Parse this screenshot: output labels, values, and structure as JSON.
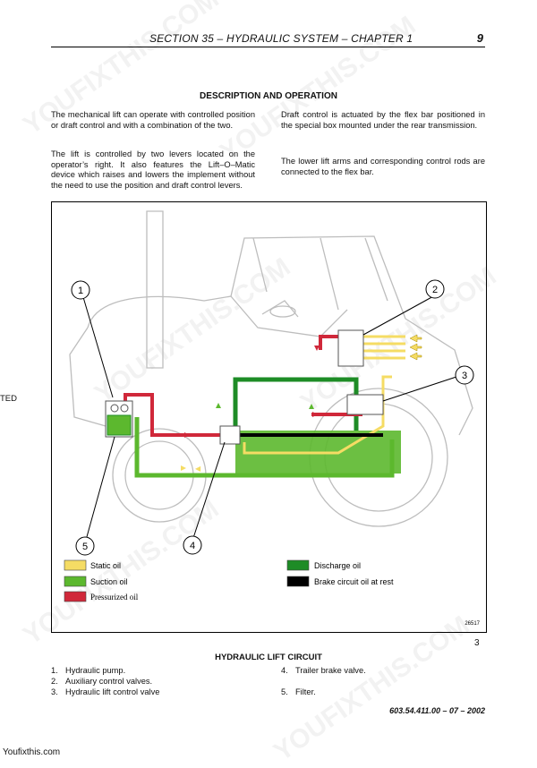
{
  "header": {
    "section": "SECTION 35 – HYDRAULIC SYSTEM – CHAPTER 1",
    "page_number": "9"
  },
  "title": "DESCRIPTION AND OPERATION",
  "paragraphs": {
    "left_1": "The mechanical lift can operate with controlled position or draft control and with a combination of the two.",
    "left_2": "The lift is controlled by two levers located on the operator’s right. It also features the Lift–O–Matic device which raises and lowers the implement without the need to use the position and draft control levers.",
    "right_1": "Draft control is actuated by the flex bar positioned in the special box mounted under the rear transmission.",
    "right_2": "The lower lift arms and corresponding control rods are connected to the flex bar."
  },
  "side_fragment": "TED",
  "diagram": {
    "callouts": [
      "1",
      "2",
      "3",
      "4",
      "5"
    ],
    "legend": {
      "static": "Static oil",
      "suction": "Suction oil",
      "pressurized": "Pressurized oil",
      "discharge": "Discharge oil",
      "brake": "Brake circuit oil at rest"
    },
    "legend_colors": {
      "static": "#f5dc64",
      "suction": "#5cb82e",
      "pressurized": "#d0283a",
      "discharge": "#1e8c26",
      "brake": "#000000"
    },
    "ref_code": "26517"
  },
  "figure_number": "3",
  "caption": "HYDRAULIC LIFT CIRCUIT",
  "components": [
    {
      "num": "1.",
      "label": "Hydraulic pump."
    },
    {
      "num": "2.",
      "label": "Auxiliary control valves."
    },
    {
      "num": "3.",
      "label": "Hydraulic lift control valve"
    },
    {
      "num": "4.",
      "label": "Trailer brake valve."
    },
    {
      "num": "5.",
      "label": "Filter."
    }
  ],
  "doc_ref": "603.54.411.00 – 07 – 2002",
  "footer": "Youfixthis.com",
  "watermark": "YOUFIXTHIS.COM"
}
